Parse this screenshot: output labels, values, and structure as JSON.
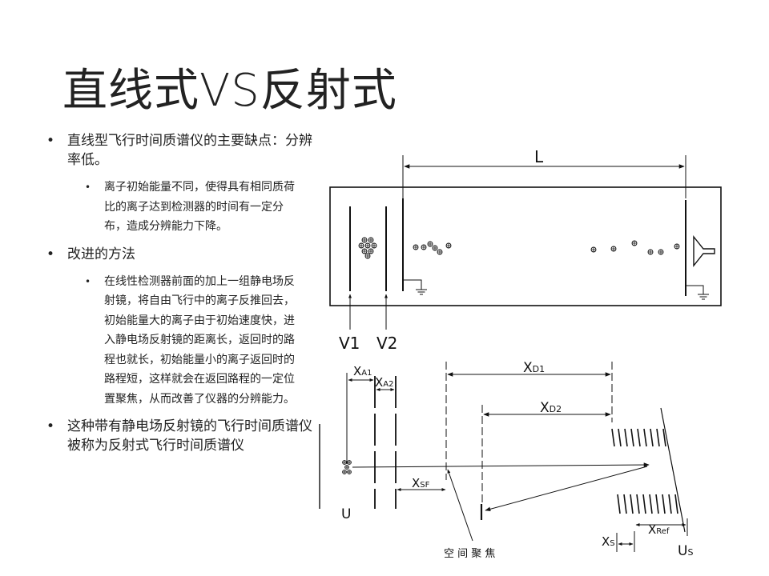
{
  "title": "直线式VS反射式",
  "bullets": [
    {
      "text": "直线型飞行时间质谱仪的主要缺点：分辨率低。",
      "sub": [
        "离子初始能量不同，使得具有相同质荷比的离子达到检测器的时间有一定分布，造成分辨能力下降。"
      ]
    },
    {
      "text": "改进的方法",
      "sub": [
        "在线性检测器前面的加上一组静电场反射镜，将自由飞行中的离子反推回去，初始能量大的离子由于初始速度快，进入静电场反射镜的距离长，返回时的路程也就长，初始能量小的离子返回时的路程短，这样就会在返回路程的一定位置聚焦，从而改善了仪器的分辨能力。"
      ]
    },
    {
      "text": "这种带有静电场反射镜的飞行时间质谱仪被称为反射式飞行时间质谱仪",
      "sub": []
    }
  ],
  "diagram": {
    "linear": {
      "L": "L",
      "V1": "V1",
      "V2": "V2"
    },
    "reflectron": {
      "XA1": {
        "main": "X",
        "sub": "A1"
      },
      "XA2": {
        "main": "X",
        "sub": "A2"
      },
      "XD1": {
        "main": "X",
        "sub": "D1"
      },
      "XD2": {
        "main": "X",
        "sub": "D2"
      },
      "XSF": {
        "main": "X",
        "sub": "SF"
      },
      "XS": {
        "main": "X",
        "sub": "S"
      },
      "XRef": {
        "main": "X",
        "sub": "Ref"
      },
      "U": "U",
      "US": {
        "main": "U",
        "sub": "S"
      },
      "focus_label": "空 间 聚 焦"
    }
  }
}
